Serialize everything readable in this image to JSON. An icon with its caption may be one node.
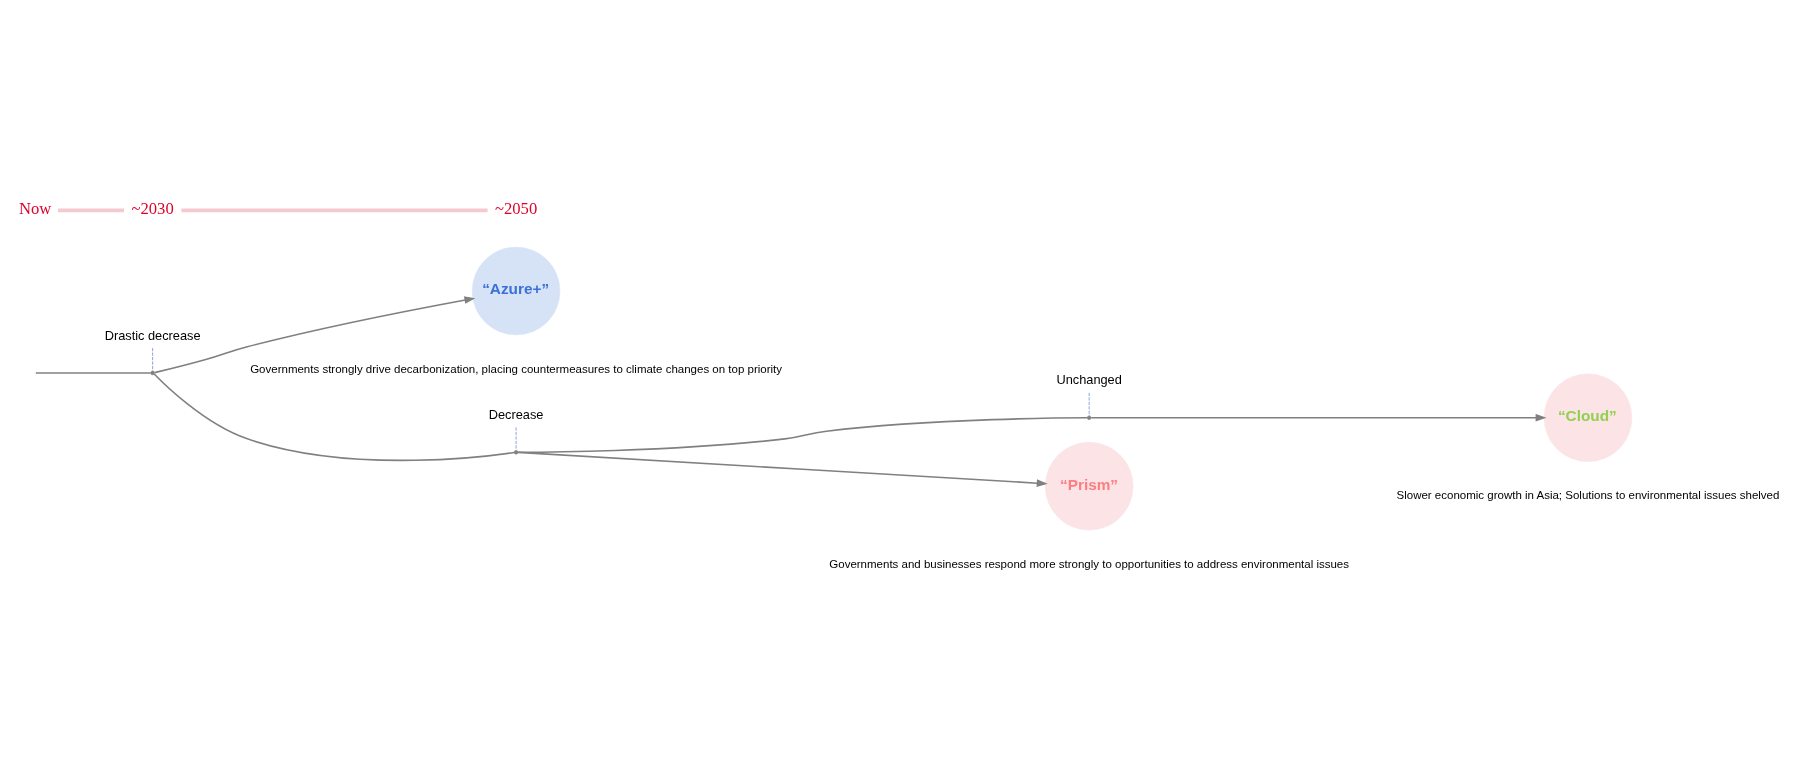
{
  "diagram": {
    "nodes": [
      {
        "text": [
          "Unchanged"
        ]
      },
      {
        "text": [
          "“Cloud”"
        ],
        "beside": [
          "Slower economic growth in Asia; Solutions to environmental issues shelved"
        ]
      },
      {
        "text": [
          "Decrease"
        ]
      },
      {
        "text": [
          "“Prism”"
        ],
        "beside": [
          "Governments and businesses respond more strongly to opportunities to address environmental issues"
        ]
      },
      {
        "text": [
          "Drastic decrease"
        ]
      },
      {
        "text": [
          "“Azure+”"
        ],
        "beside": [
          "Governments strongly drive decarbonization, placing countermeasures to climate changes on top priority"
        ]
      },
      {
        "text": [],
        "shape": "point"
      },
      {
        "text": [],
        "shape": "point"
      },
      {
        "text": [],
        "shape": "point"
      }
    ],
    "edges": [
      {
        "from": 0,
        "to": 8,
        "arrow": "none",
        "style": "dashed",
        "color": "#4472c4"
      },
      {
        "from": 8,
        "to": 1,
        "arrow": "to"
      },
      {
        "from": 2,
        "to": 7,
        "arrow": "none",
        "style": "dashed",
        "color": "#4472c4"
      },
      {
        "from": 7,
        "to": 3,
        "arrow": "to"
      },
      {
        "from": 4,
        "to": 6,
        "arrow": "none",
        "style": "dashed",
        "color": "#4472c4"
      },
      {
        "from": 6,
        "to": 5,
        "arrow": "to"
      },
      {
        "from": null,
        "to": 6,
        "arrow": "none"
      },
      {
        "from": 6,
        "to": 7,
        "arrow": "none"
      },
      {
        "from": 7,
        "to": 8,
        "arrow": "none"
      }
    ],
    "labels": [
      "Now",
      "~2030",
      "~2050"
    ]
  }
}
